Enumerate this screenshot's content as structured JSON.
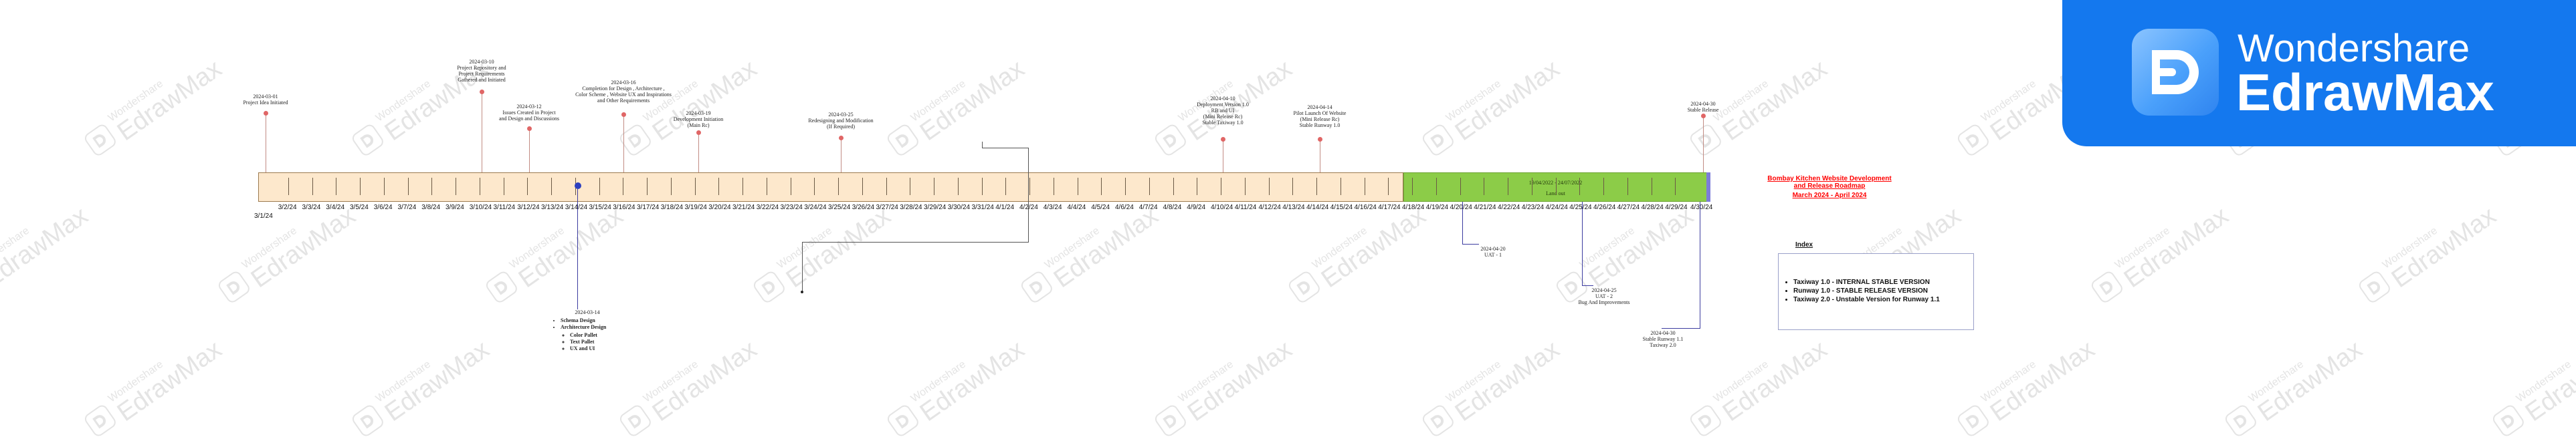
{
  "brand": {
    "line1": "Wondershare",
    "line2": "EdrawMax",
    "colors": {
      "background": "#1478ee",
      "text": "#ffffff"
    }
  },
  "watermark": {
    "small": "Wondershare",
    "big": "EdrawMax"
  },
  "title": "Bombay Kitchen Website Development and Release Roadmap",
  "subtitle": "March 2024 - April 2024",
  "timeline": {
    "start_label": "3/1/24",
    "end_label": "4/30/24",
    "ticks": [
      "3/2/24",
      "3/3/24",
      "3/4/24",
      "3/5/24",
      "3/6/24",
      "3/7/24",
      "3/8/24",
      "3/9/24",
      "3/10/24",
      "3/11/24",
      "3/12/24",
      "3/13/24",
      "3/14/24",
      "3/15/24",
      "3/16/24",
      "3/17/24",
      "3/18/24",
      "3/19/24",
      "3/20/24",
      "3/21/24",
      "3/22/24",
      "3/23/24",
      "3/24/24",
      "3/25/24",
      "3/26/24",
      "3/27/24",
      "3/28/24",
      "3/29/24",
      "3/30/24",
      "3/31/24",
      "4/1/24",
      "4/2/24",
      "4/3/24",
      "4/4/24",
      "4/5/24",
      "4/6/24",
      "4/7/24",
      "4/8/24",
      "4/9/24",
      "4/10/24",
      "4/11/24",
      "4/12/24",
      "4/13/24",
      "4/14/24",
      "4/15/24",
      "4/16/24",
      "4/17/24",
      "4/18/24",
      "4/19/24",
      "4/20/24",
      "4/21/24",
      "4/22/24",
      "4/23/24",
      "4/24/24",
      "4/25/24",
      "4/26/24",
      "4/27/24",
      "4/28/24",
      "4/29/24"
    ],
    "colors": {
      "bar": "#fde8cc",
      "late": "#8ccc48",
      "marker": "#e06666",
      "today": "#2c3fbf"
    }
  },
  "late_box": {
    "dates": "19/04/2022 - 24/07/2022",
    "text": "Land out"
  },
  "milestones_above": [
    {
      "date": "2024-03-01",
      "text": "Project Idea Initiated"
    },
    {
      "date": "2024-03-10",
      "text": "Project Repository and\nProject Requirements\nGathered and Initiated"
    },
    {
      "date": "2024-03-12",
      "text": "Issues Created in Project\nand Design and Discussions"
    },
    {
      "date": "2024-03-16",
      "text": "Completion for Design , Architecture ,\nColor Scheme , Website UX and Inspirations\nand Other Requirements"
    },
    {
      "date": "2024-03-19",
      "text": "Development Initiation\n(Main Rc)"
    },
    {
      "date": "2024-03-25",
      "text": "Redesigning and Modification\n(If Required)"
    },
    {
      "date": "2024-04-10",
      "text": "Deployment Version 1.0\nRB and UI\n(Mini Release Rc)\nStable Taxiway 1.0"
    },
    {
      "date": "2024-04-14",
      "text": "Pilot Launch Of Website\n(Mini Release Rc)\nStable Runway 1.0"
    },
    {
      "date": "2024-04-30",
      "text": "Stable Release"
    }
  ],
  "milestones_below": [
    {
      "date": "2024-04-20",
      "text": "UAT - 1"
    },
    {
      "date": "2024-04-25",
      "text": "UAT - 2\nBug And Improvements"
    },
    {
      "date": "2024-04-30",
      "text": "Stable Runway 1.1\nTaxiway 2.0"
    }
  ],
  "today_block": {
    "date": "2024-03-14",
    "items": [
      "Schema Design",
      "Architecture Design"
    ],
    "subitems": [
      "Color Pallet",
      "Text Pallet",
      "UX and UI"
    ]
  },
  "index": {
    "title": "Index",
    "items": [
      "Taxiway 1.0 - INTERNAL STABLE VERSION",
      "Runway 1.0 - STABLE RELEASE VERSION",
      "Taxiway 2.0 - Unstable Version for Runway 1.1"
    ]
  }
}
